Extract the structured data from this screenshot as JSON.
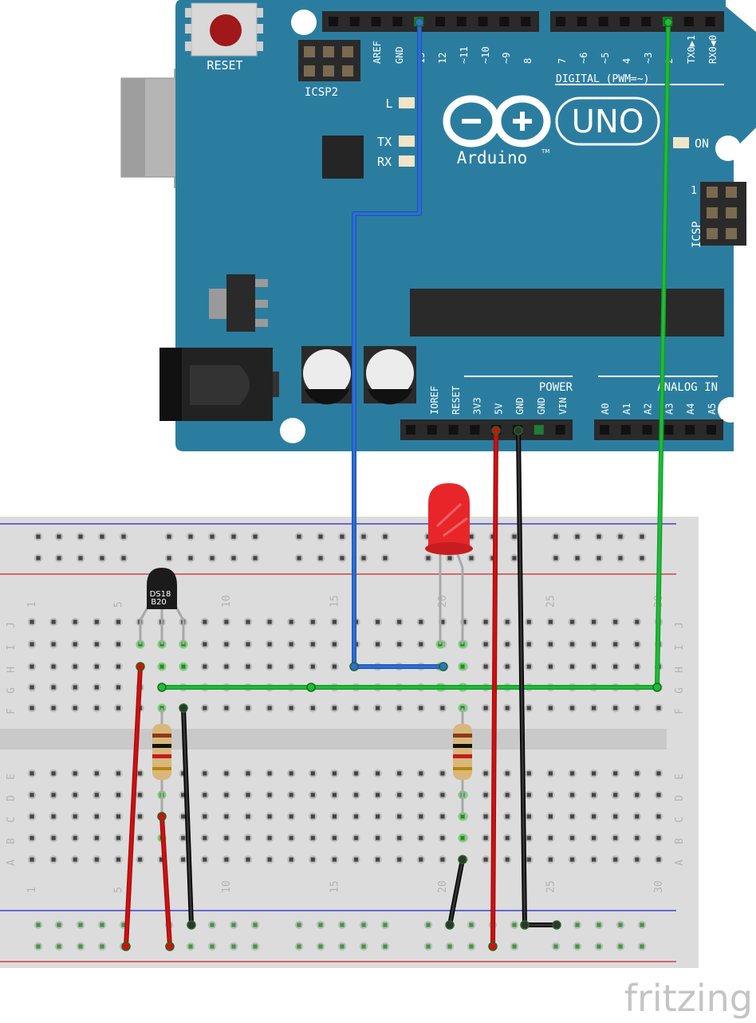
{
  "board": {
    "reset_label": "RESET",
    "icsp2_label": "ICSP2",
    "icsp_label": "ICSP",
    "icsp_pin1": "1",
    "led_l_label": "L",
    "led_tx_label": "TX",
    "led_rx_label": "RX",
    "led_on_label": "ON",
    "logo_uno": "UNO",
    "logo_brand": "Arduino",
    "logo_tm": "TM",
    "digital_label": "DIGITAL (PWM=~)",
    "power_label": "POWER",
    "analog_label": "ANALOG IN",
    "digital_pins": [
      "AREF",
      "GND",
      "13",
      "12",
      "~11",
      "~10",
      "~9",
      "8",
      "7",
      "~6",
      "~5",
      "4",
      "~3",
      "2",
      "TX0▶1",
      "RX0◀0"
    ],
    "power_pins": [
      "IOREF",
      "RESET",
      "3V3",
      "5V",
      "GND",
      "GND",
      "VIN"
    ],
    "analog_pins": [
      "A0",
      "A1",
      "A2",
      "A3",
      "A4",
      "A5"
    ],
    "colors": {
      "pcb": "#2b7da0",
      "pcb_dark": "#226a89",
      "header": "#2a2a2a",
      "silk": "#ffffff"
    }
  },
  "breadboard": {
    "column_numbers": [
      "1",
      "5",
      "10",
      "15",
      "20",
      "25",
      "30"
    ],
    "row_letters_top": [
      "J",
      "I",
      "H",
      "G",
      "F"
    ],
    "row_letters_bottom": [
      "E",
      "D",
      "C",
      "B",
      "A"
    ]
  },
  "components": {
    "sensor_label_line1": "DS18",
    "sensor_label_line2": "B20",
    "led_color": "#e8262a",
    "resistor_color": "#d9b77a"
  },
  "wires": {
    "colors": {
      "blue": "#2d6fd6",
      "green": "#1dbd35",
      "red": "#d40f0f",
      "black": "#1a1a1a"
    }
  },
  "watermark": "fritzing"
}
